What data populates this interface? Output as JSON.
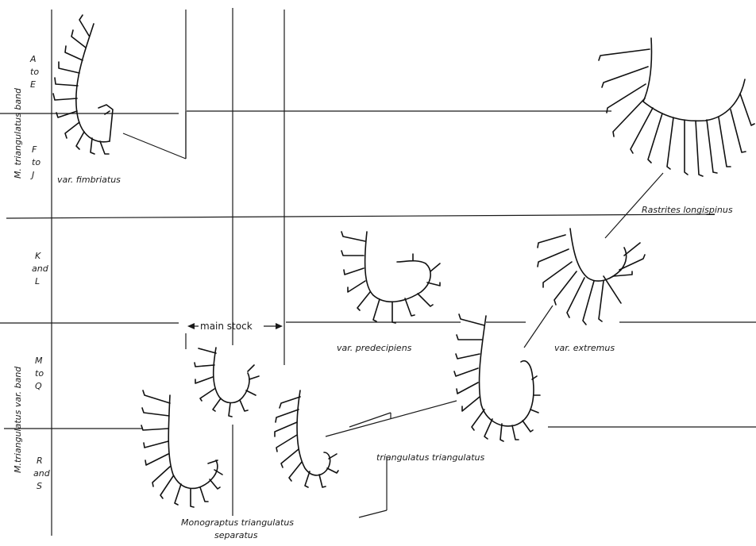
{
  "band_labels": {
    "upper": "M. triangulatus band",
    "lower": "M.triangulatus var. band"
  },
  "zone_letters": [
    {
      "lines": [
        "A",
        "to",
        "E"
      ]
    },
    {
      "lines": [
        "F",
        "to",
        "J"
      ]
    },
    {
      "lines": [
        "K",
        "and",
        "L"
      ]
    },
    {
      "lines": [
        "M",
        "to",
        "Q"
      ]
    },
    {
      "lines": [
        "R",
        "and",
        "S"
      ]
    }
  ],
  "main_stock": "main stock",
  "taxa": {
    "fimbriatus": "var. fimbriatus",
    "rastrites": "Rastrites longispinus",
    "predecipiens": "var. predecipiens",
    "extremus": "var. extremus",
    "triangulatus": "triangulatus triangulatus",
    "separatus_1": "Monograptus triangulatus",
    "separatus_2": "separatus"
  }
}
